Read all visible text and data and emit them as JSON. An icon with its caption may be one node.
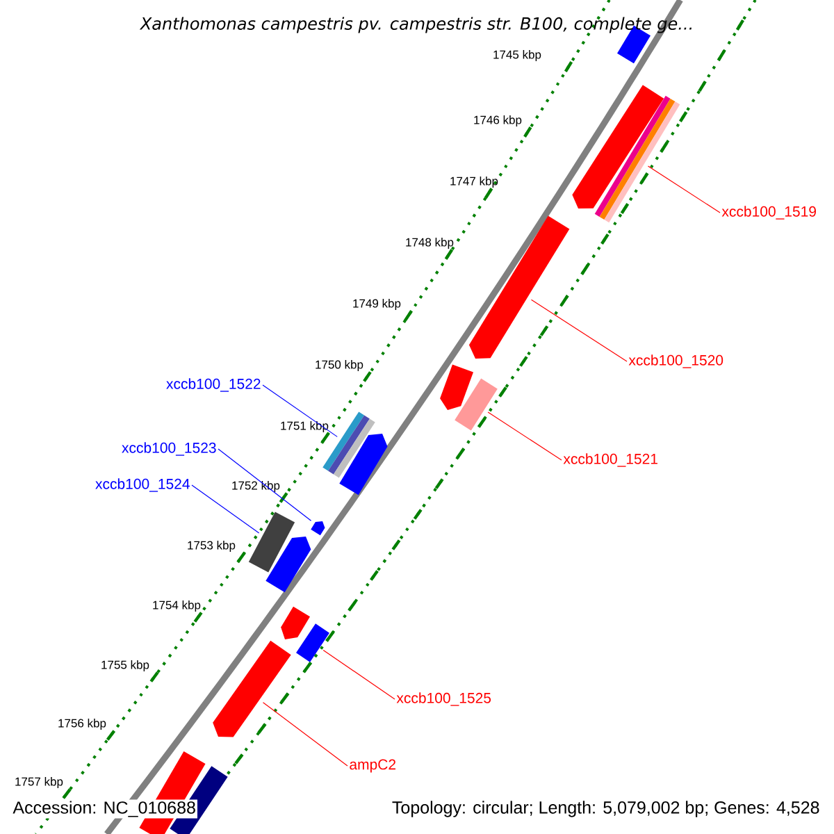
{
  "diagram": {
    "title": "Xanthomonas campestris pv. campestris str. B100, complete ge...",
    "nodes": [
      {
        "text": [
          "xccb100_1519"
        ]
      },
      {
        "text": [
          "xccb100_1520"
        ]
      },
      {
        "text": [
          "xccb100_1521"
        ]
      },
      {
        "text": [
          "xccb100_1522"
        ]
      },
      {
        "text": [
          "xccb100_1523"
        ]
      },
      {
        "text": [
          "xccb100_1524"
        ]
      },
      {
        "text": [
          "xccb100_1525"
        ]
      },
      {
        "text": [
          "ampC2"
        ]
      },
      {
        "text": [],
        "shape": "bar"
      },
      {
        "text": [],
        "shape": "bar"
      },
      {
        "text": [],
        "shape": "bar"
      },
      {
        "text": [],
        "shape": "bar"
      },
      {
        "text": [],
        "shape": "bar"
      },
      {
        "text": [],
        "shape": "bar"
      },
      {
        "text": [],
        "shape": "bar"
      },
      {
        "text": [],
        "shape": "bar"
      },
      {
        "text": [],
        "shape": "bar"
      },
      {
        "text": [],
        "shape": "bar"
      },
      {
        "text": [],
        "shape": "bar"
      },
      {
        "text": [],
        "shape": "bar"
      },
      {
        "text": [],
        "shape": "bar"
      },
      {
        "text": [],
        "shape": "bar"
      },
      {
        "text": [],
        "shape": "bar"
      },
      {
        "text": [],
        "shape": "bar"
      }
    ],
    "edges": [
      {
        "from": 0,
        "to": 10,
        "arrow": "none"
      },
      {
        "from": 1,
        "to": 11,
        "arrow": "none"
      },
      {
        "from": 2,
        "to": 13,
        "arrow": "none"
      },
      {
        "from": 3,
        "to": 14,
        "arrow": "none",
        "color": "#0000ff"
      },
      {
        "from": 4,
        "to": 17,
        "arrow": "none",
        "color": "#0000ff"
      },
      {
        "from": 5,
        "to": 16,
        "arrow": "none",
        "color": "#0000ff"
      },
      {
        "from": 6,
        "to": 20,
        "arrow": "none"
      },
      {
        "from": 7,
        "to": 21,
        "arrow": "none"
      }
    ],
    "labels": [
      "1745 kbp",
      "1746 kbp",
      "1747 kbp",
      "1748 kbp",
      "1749 kbp",
      "1750 kbp",
      "1751 kbp",
      "1752 kbp",
      "1753 kbp",
      "1754 kbp",
      "1755 kbp",
      "1756 kbp",
      "1757 kbp",
      "Accession: NC_010688",
      "Topology: circular; Length: 5,079,002 bp; Genes: 4,528"
    ]
  }
}
